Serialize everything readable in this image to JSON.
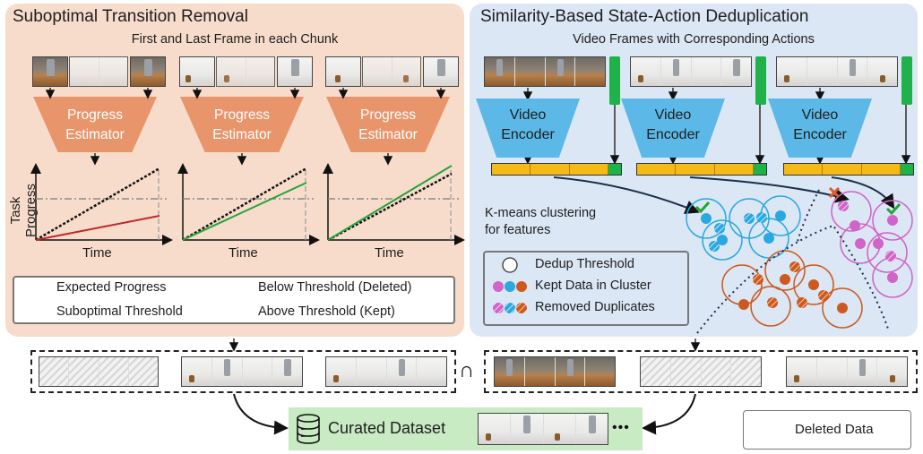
{
  "left_panel": {
    "title": "Suboptimal Transition Removal",
    "subtitle": "First and Last Frame in each Chunk",
    "estimator_label": "Progress\nEstimator",
    "ylabel": "Task Progress",
    "xlabel": "Time",
    "legend": {
      "expected": "Expected Progress",
      "threshold": "Suboptimal Threshold",
      "below": "Below Threshold (Deleted)",
      "above": "Above Threshold (Kept)"
    }
  },
  "right_panel": {
    "title": "Similarity-Based State-Action Deduplication",
    "subtitle": "Video Frames with Corresponding Actions",
    "encoder_label": "Video\nEncoder",
    "kmeans_label_1": "K-means clustering",
    "kmeans_label_2": "for features",
    "legend": {
      "dedup": "Dedup Threshold",
      "kept": "Kept Data in Cluster",
      "removed": "Removed Duplicates"
    }
  },
  "bottom": {
    "intersect_symbol": "∩",
    "curated_label": "Curated Dataset",
    "ellipsis": "•••",
    "deleted_label": "Deleted Data"
  },
  "colors": {
    "left_bg": "#f8dccb",
    "right_bg": "#dbe7f5",
    "estimator": "#e8956b",
    "encoder": "#5cb8e6",
    "below_line": "#c0282a",
    "above_line": "#22a43a",
    "blue_cluster": "#2aa9e0",
    "pink_cluster": "#d064c8",
    "orange_cluster": "#cc5a1e",
    "curated_bg": "#c8ebc3"
  },
  "icons": [
    "database-icon",
    "checkmark-icon",
    "cross-icon"
  ]
}
